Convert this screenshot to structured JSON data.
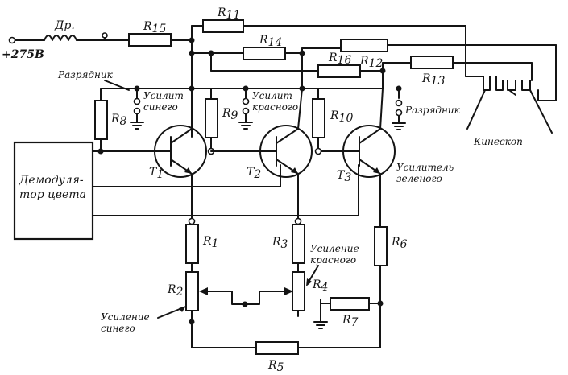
{
  "supply": {
    "voltage": "+275В",
    "choke": "Др."
  },
  "blocks": {
    "demodulator_line1": "Демодуля-",
    "demodulator_line2": "тор цвета"
  },
  "labels": {
    "discharger_top": "Разрядник",
    "discharger_right": "Разрядник",
    "blue_amp_line1": "Усилит",
    "blue_amp_line2": "синего",
    "red_amp_line1": "Усилит",
    "red_amp_line2": "красного",
    "green_amp_line1": "Усилитель",
    "green_amp_line2": "зеленого",
    "kinescope": "Кинескоп",
    "red_gain_line1": "Усиление",
    "red_gain_line2": "красного",
    "blue_gain_line1": "Усиление",
    "blue_gain_line2": "синего"
  },
  "resistors": {
    "r1": "R",
    "r1_sub": "1",
    "r2": "R",
    "r2_sub": "2",
    "r3": "R",
    "r3_sub": "3",
    "r4": "R",
    "r4_sub": "4",
    "r5": "R",
    "r5_sub": "5",
    "r6": "R",
    "r6_sub": "6",
    "r7": "R",
    "r7_sub": "7",
    "r8": "R",
    "r8_sub": "8",
    "r9": "R",
    "r9_sub": "9",
    "r10": "R",
    "r10_sub": "10",
    "r11": "R",
    "r11_sub": "11",
    "r12": "R",
    "r12_sub": "12",
    "r13": "R",
    "r13_sub": "13",
    "r14": "R",
    "r14_sub": "14",
    "r15": "R",
    "r15_sub": "15",
    "r16": "R",
    "r16_sub": "16"
  },
  "transistors": {
    "t1": "T",
    "t1_sub": "1",
    "t2": "T",
    "t2_sub": "2",
    "t3": "T",
    "t3_sub": "3"
  }
}
